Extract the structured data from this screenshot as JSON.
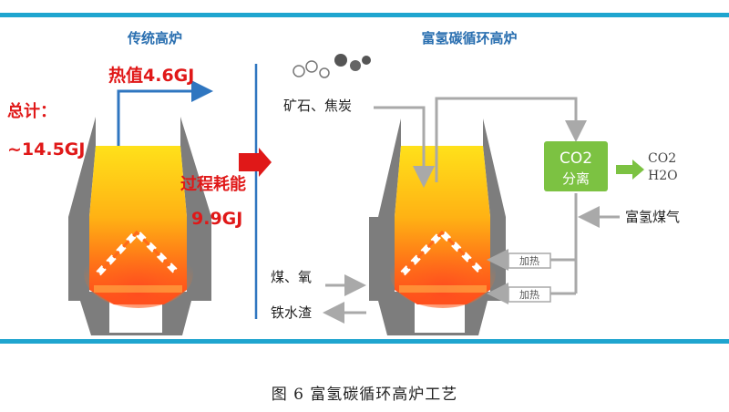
{
  "left": {
    "title": "传统高炉",
    "heat_value": "热值4.6GJ",
    "total_label": "总计：",
    "total_value": "~14.5GJ",
    "process_label": "过程耗能",
    "process_value": "9.9GJ"
  },
  "right": {
    "title": "富氢碳循环高炉",
    "ore_coke": "矿石、焦炭",
    "co2_box_top": "CO2",
    "co2_box_bottom": "分离",
    "out_co2": "CO2",
    "out_h2o": "H2O",
    "hydrogen_gas": "富氢煤气",
    "heat_upper": "加热",
    "heat_lower": "加热",
    "coal_oxygen": "煤、氧",
    "iron_slag": "铁水渣"
  },
  "caption": "图 6    富氢碳循环高炉工艺",
  "colors": {
    "band": "#1fa5cf",
    "title_blue": "#2a6fb0",
    "red_text": "#e01818",
    "arrow_blue": "#2f76c0",
    "green_box": "#7cc242",
    "furnace_gray": "#7d7d7d",
    "pipe_gray": "#a9a9a9"
  }
}
